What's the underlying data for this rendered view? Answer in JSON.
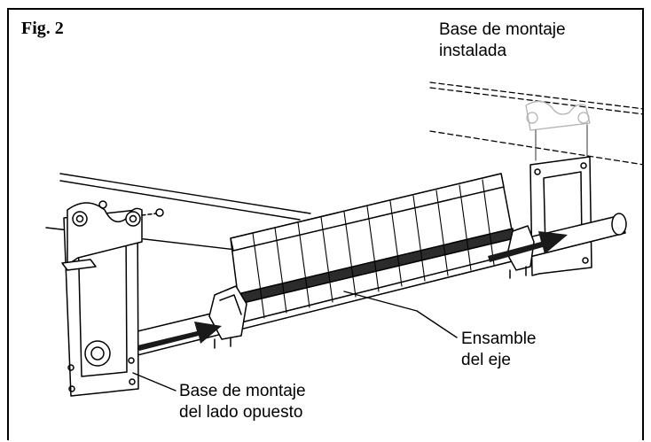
{
  "figure": {
    "title": "Fig. 2",
    "labels": {
      "installed_base": [
        "Base de montaje",
        "instalada"
      ],
      "axis_assembly": [
        "Ensamble",
        "del eje"
      ],
      "opposite_base": [
        "Base de montaje",
        "del lado opuesto"
      ]
    }
  },
  "colors": {
    "line": "#000000",
    "ghost_line": "#b3b3b3",
    "arrow_fill": "#1a1a1a",
    "blade_slot": "#2b2b2b"
  },
  "icons": {
    "direction_arrows": "right-arrow-icon"
  }
}
